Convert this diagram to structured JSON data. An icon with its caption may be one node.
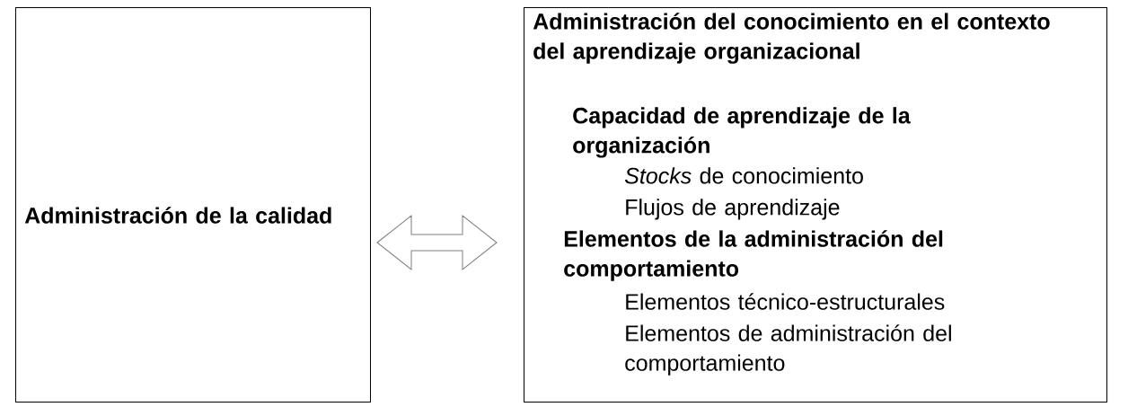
{
  "diagram": {
    "nodes": [
      {
        "text": [
          "Administración de la calidad"
        ]
      },
      {
        "text": [
          "Administración del conocimiento en el contexto del aprendizaje organizacional",
          "Capacidad de aprendizaje de la organización",
          "*Stocks* de conocimiento",
          "Flujos de aprendizaje",
          "Elementos de la administración del comportamiento",
          "Elementos técnico-estructurales",
          "Elementos de administración del comportamiento"
        ]
      }
    ],
    "edges": [
      {
        "from": 0,
        "to": 1,
        "arrow": "both"
      }
    ]
  }
}
